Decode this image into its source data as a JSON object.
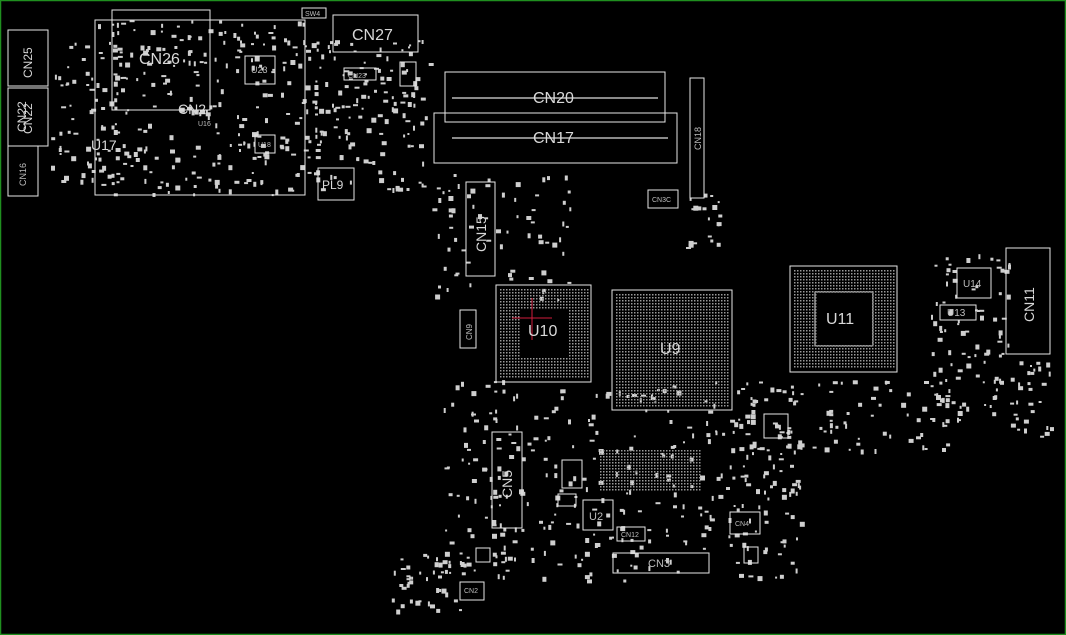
{
  "colors": {
    "background": "#000000",
    "outline": "#e6e6e6",
    "pad": "#cfcfcf",
    "frame": "#1f8f1f",
    "cursor": "#d01c3c"
  },
  "labels": {
    "cn25": "CN25",
    "cn22": "CN22",
    "cn22b": "CN22",
    "cn16": "CN16",
    "cn26": "CN26",
    "cn2": "CN2",
    "u23": "U23",
    "u17": "U17",
    "u18": "U18",
    "u16": "U16",
    "cn27": "CN27",
    "sw": "SW4",
    "cn23": "CN23",
    "pl9": "PL9",
    "cn20": "CN20",
    "cn17": "CN17",
    "cn18": "CN18",
    "cn15": "CN15",
    "cn9": "CN9",
    "cn_small": "CN3C",
    "u10": "U10",
    "u9": "U9",
    "u11": "U11",
    "u14": "U14",
    "u13": "U13",
    "cn11": "CN11",
    "cn5": "CN5",
    "u2": "U2",
    "cn3": "CN3",
    "cn12": "CN12",
    "cn2b": "CN2",
    "cn4": "CN4"
  }
}
